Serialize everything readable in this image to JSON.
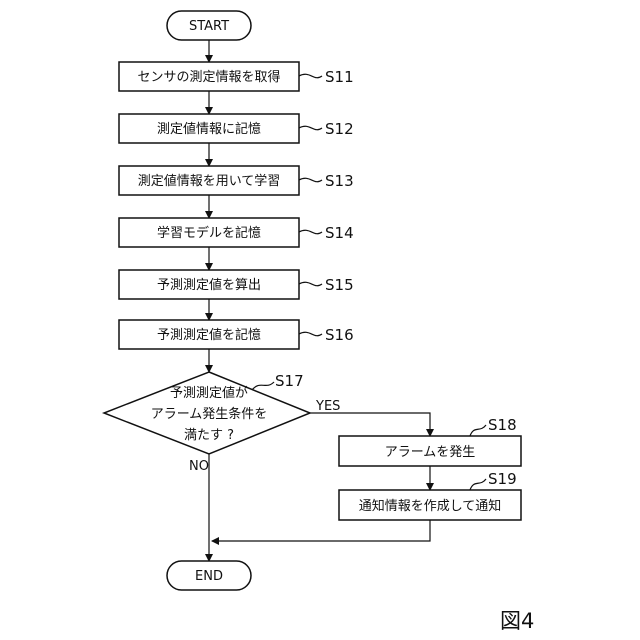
{
  "start": "START",
  "end": "END",
  "steps": [
    {
      "text": "センサの測定情報を取得",
      "id": "S11"
    },
    {
      "text": "測定値情報に記憶",
      "id": "S12"
    },
    {
      "text": "測定値情報を用いて学習",
      "id": "S13"
    },
    {
      "text": "学習モデルを記憶",
      "id": "S14"
    },
    {
      "text": "予測測定値を算出",
      "id": "S15"
    },
    {
      "text": "予測測定値を記憶",
      "id": "S16"
    }
  ],
  "decision": {
    "lines": [
      "予測測定値が",
      "アラーム発生条件を",
      "満たす ?"
    ],
    "id": "S17",
    "yes": "YES",
    "no": "NO"
  },
  "branch_steps": [
    {
      "text": "アラームを発生",
      "id": "S18"
    },
    {
      "text": "通知情報を作成して通知",
      "id": "S19"
    }
  ],
  "figure_label": "図4"
}
